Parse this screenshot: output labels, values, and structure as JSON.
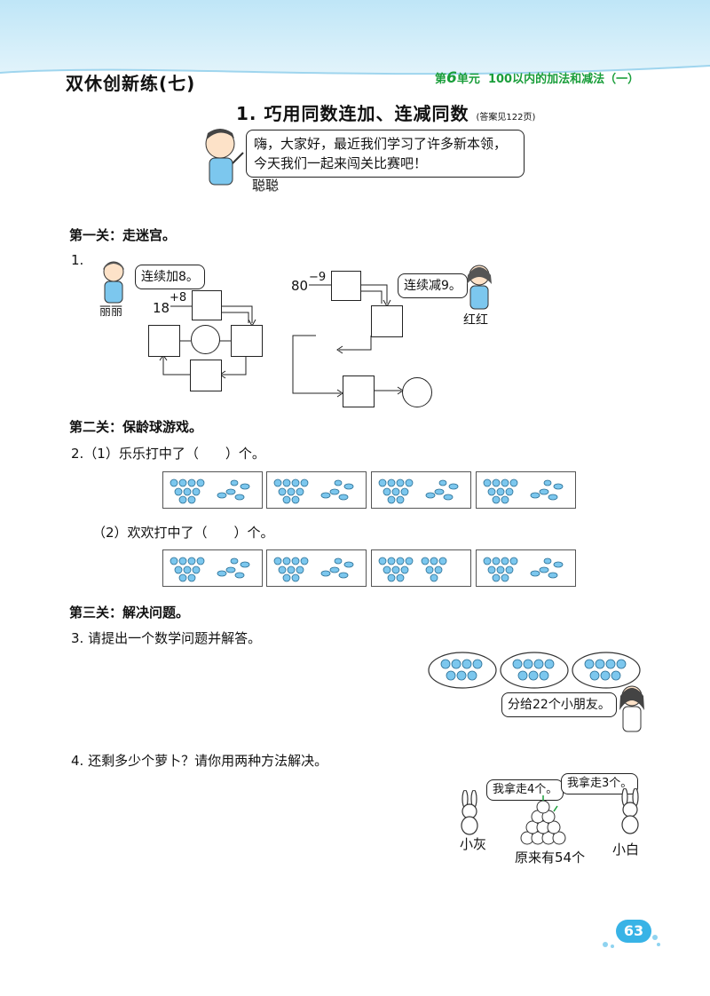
{
  "header": {
    "exercise_title": "双休创新练(七)",
    "unit_prefix": "第",
    "unit_number": "6",
    "unit_suffix": "单元",
    "unit_topic": "100以内的加法和减法（一）"
  },
  "section": {
    "title": "1. 巧用同数连加、连减同数",
    "answer_ref": "(答案见122页)"
  },
  "intro": {
    "speech_line1": "嗨，大家好，最近我们学习了许多新本领，",
    "speech_line2": "今天我们一起来闯关比赛吧！",
    "speaker": "聪聪"
  },
  "level1": {
    "title": "第一关：走迷宫。",
    "q_num": "1.",
    "left": {
      "speech": "连续加8。",
      "name": "丽丽",
      "start": "18",
      "op": "+8"
    },
    "right": {
      "speech": "连续减9。",
      "name": "红红",
      "start": "80",
      "op": "−9"
    }
  },
  "level2": {
    "title": "第二关：保龄球游戏。",
    "q1": "2.（1）乐乐打中了（　　）个。",
    "q2": "（2）欢欢打中了（　　）个。"
  },
  "level3": {
    "title": "第三关：解决问题。",
    "q3": "3. 请提出一个数学问题并解答。",
    "q3_speech": "分给22个小朋友。",
    "q4": "4. 还剩多少个萝卜？请你用两种方法解决。",
    "q4_speech_left": "我拿走4个。",
    "q4_speech_right": "我拿走3个。",
    "q4_name_left": "小灰",
    "q4_name_right": "小白",
    "q4_pile_label": "原来有54个"
  },
  "page_number": "63",
  "colors": {
    "accent_green": "#1a9e3b",
    "header_blue": "#bfe6f7",
    "pin_blue": "#7cc7ee",
    "page_badge": "#38b3e6"
  }
}
